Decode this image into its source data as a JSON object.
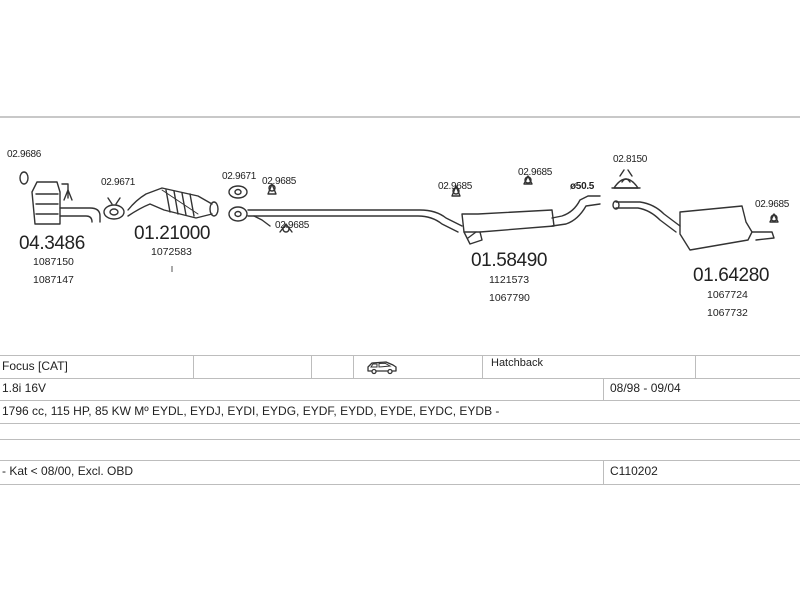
{
  "parts": {
    "p_029686": "02.9686",
    "p_043486": "04.3486",
    "p_1087150": "1087150",
    "p_1087147": "1087147",
    "p_029671a": "02.9671",
    "p_0121000": "01.21000",
    "p_1072583": "1072583",
    "p_029671b": "02.9671",
    "p_029685a": "02.9685",
    "p_029685b": "02.9685",
    "p_029685c": "02.9685",
    "p_029685d": "02.9685",
    "p_0158490": "01.58490",
    "p_1121573": "1121573",
    "p_1067790": "1067790",
    "p_diameter": "ø50.5",
    "p_028150": "02.8150",
    "p_029685e": "02.9685",
    "p_0164280": "01.64280",
    "p_1067724": "1067724",
    "p_1067732": "1067732"
  },
  "vehicle": {
    "model": "Focus  [CAT]",
    "body_type": "Hatchback",
    "engine": "1.8i 16V",
    "years": "08/98 - 09/04",
    "specs": "1796 cc, 115 HP, 85 KW Mº EYDL, EYDJ, EYDI, EYDG, EYDF, EYDD, EYDE, EYDC, EYDB -",
    "note": "- Kat < 08/00, Excl. OBD",
    "code": "C110202"
  },
  "icons": {
    "vehicle": "hatchback-car-icon"
  }
}
